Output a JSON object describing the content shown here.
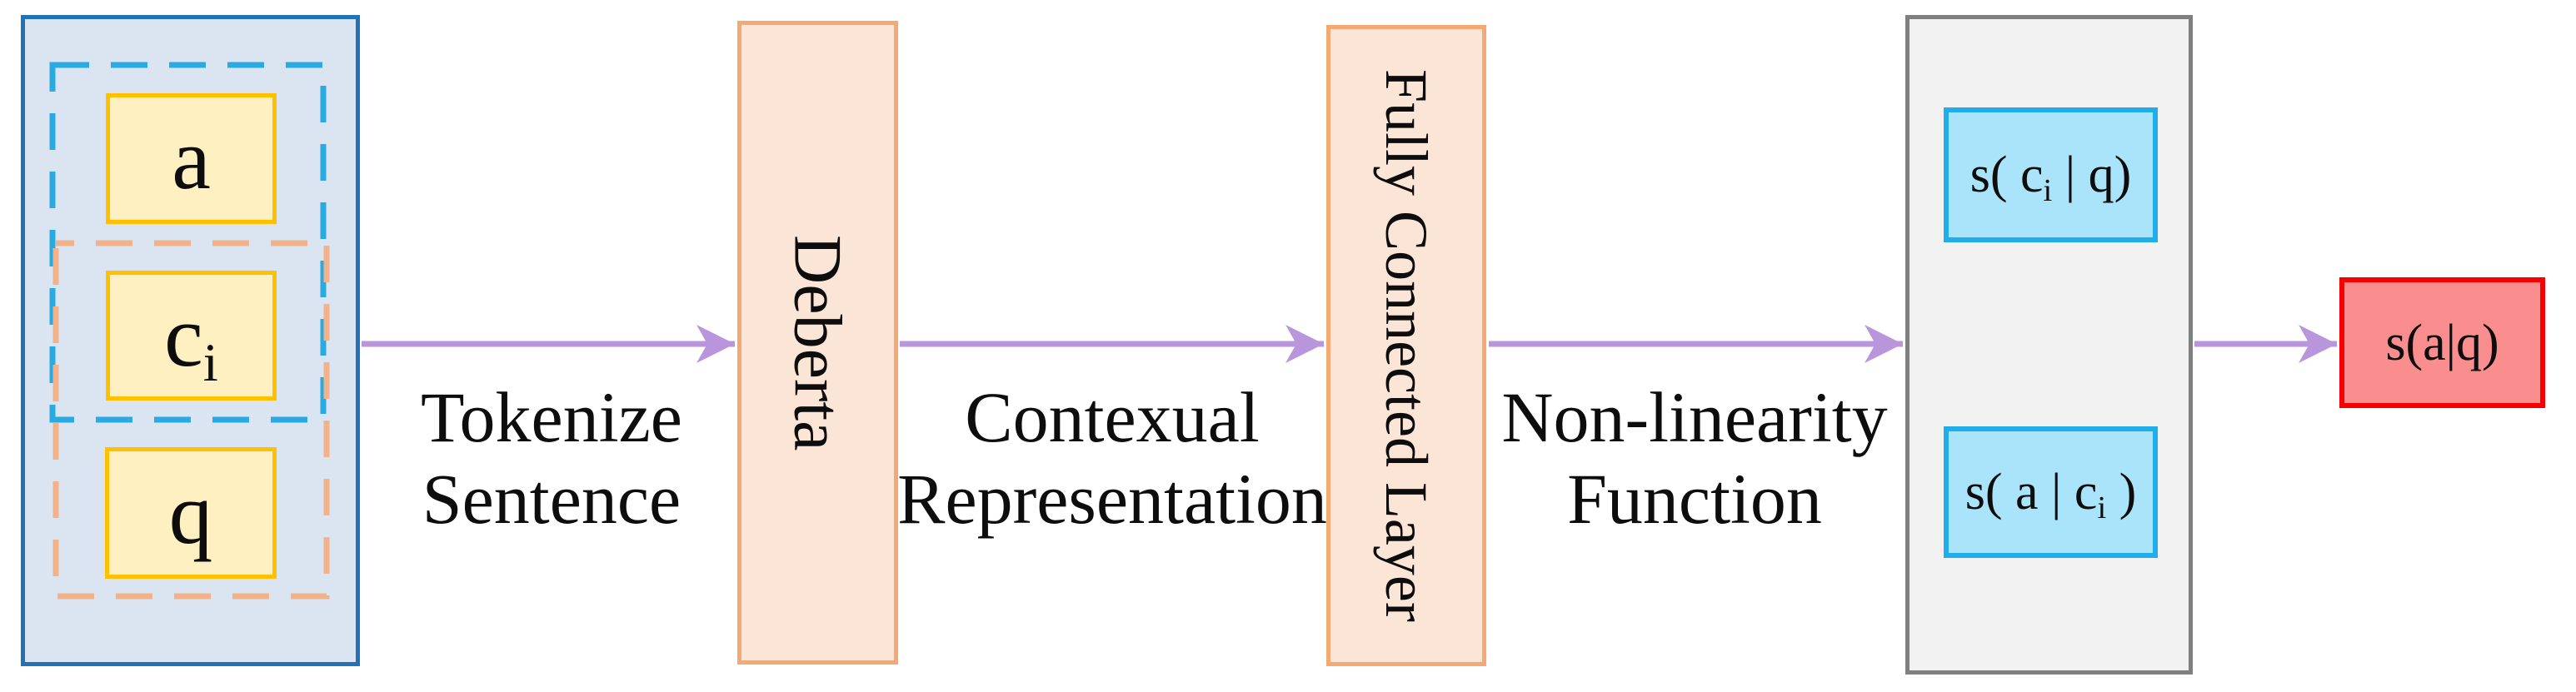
{
  "figure": {
    "input": {
      "tokens": [
        {
          "text": "a"
        },
        {
          "text": "c",
          "sub": "i"
        },
        {
          "text": "q"
        }
      ]
    },
    "stages": [
      {
        "label": "Deberta"
      },
      {
        "label": "Fully Connected Layer"
      }
    ],
    "arrow_labels": [
      {
        "line1": "Tokenize",
        "line2": "Sentence"
      },
      {
        "line1": "Contexual",
        "line2": "Representation"
      },
      {
        "line1": "Non-linearity",
        "line2": "Function"
      }
    ],
    "scores": {
      "ci_given_q": {
        "p1": "s( c",
        "sub": "i",
        "p2": " | q)"
      },
      "a_given_ci": {
        "p1": "s( a | c",
        "sub": "i",
        "p2": " )"
      },
      "a_given_q": {
        "p1": "s(a|q)"
      }
    }
  },
  "colors": {
    "arrow": "#b995dc",
    "input_border": "#2272b8",
    "input_fill": "#dbe5f1",
    "answer_group_dash": "#29abe2",
    "question_group_dash": "#f2b28a",
    "token_fill": "#fff0c2",
    "token_border": "#ffc000",
    "stage_fill": "#fbe5d7",
    "stage_border": "#f4a872",
    "scores_fill": "#f2f2f2",
    "scores_border": "#7f7f7f",
    "score_fill": "#a9e4fa",
    "score_border": "#1faee9",
    "final_fill": "#fa8e8e",
    "final_border": "#f80000"
  }
}
